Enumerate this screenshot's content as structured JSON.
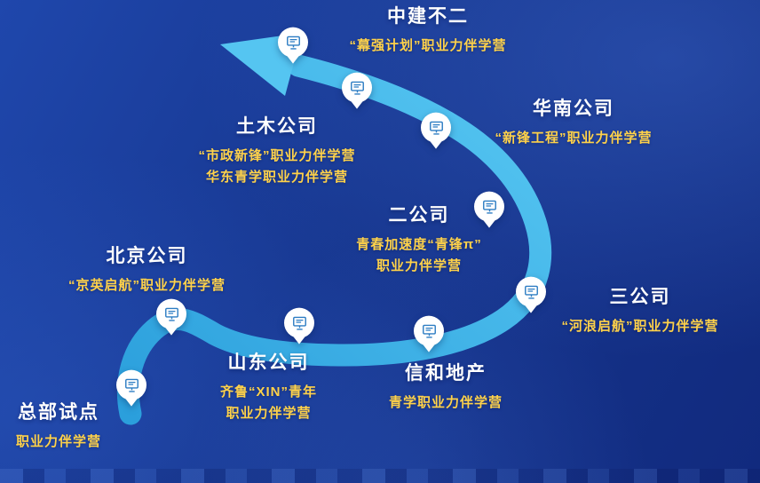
{
  "colors": {
    "background": "#16368f",
    "arrow": "#3ab2e9",
    "arrow_light": "#55c5f1",
    "name_text": "#ffffff",
    "desc_text": "#ffd24a",
    "pin_fill": "#ffffff",
    "pin_icon": "#2d7dc3"
  },
  "icons": {
    "pin_icon_name": "monitor-icon"
  },
  "milestones": [
    {
      "name": "总部试点",
      "desc1": "职业力伴学营",
      "desc2": ""
    },
    {
      "name": "北京公司",
      "desc1": "“京英启航”职业力伴学营",
      "desc2": ""
    },
    {
      "name": "山东公司",
      "desc1": "齐鲁“XIN”青年",
      "desc2": "职业力伴学营"
    },
    {
      "name": "信和地产",
      "desc1": "青学职业力伴学营",
      "desc2": ""
    },
    {
      "name": "三公司",
      "desc1": "“河浪启航”职业力伴学营",
      "desc2": ""
    },
    {
      "name": "二公司",
      "desc1": "青春加速度“青锋π”",
      "desc2": "职业力伴学营"
    },
    {
      "name": "华南公司",
      "desc1": "“新锋工程”职业力伴学营",
      "desc2": ""
    },
    {
      "name": "土木公司",
      "desc1": "“市政新锋”职业力伴学营",
      "desc2": "华东青学职业力伴学营"
    },
    {
      "name": "中建不二",
      "desc1": "“幕强计划”职业力伴学营",
      "desc2": ""
    }
  ]
}
